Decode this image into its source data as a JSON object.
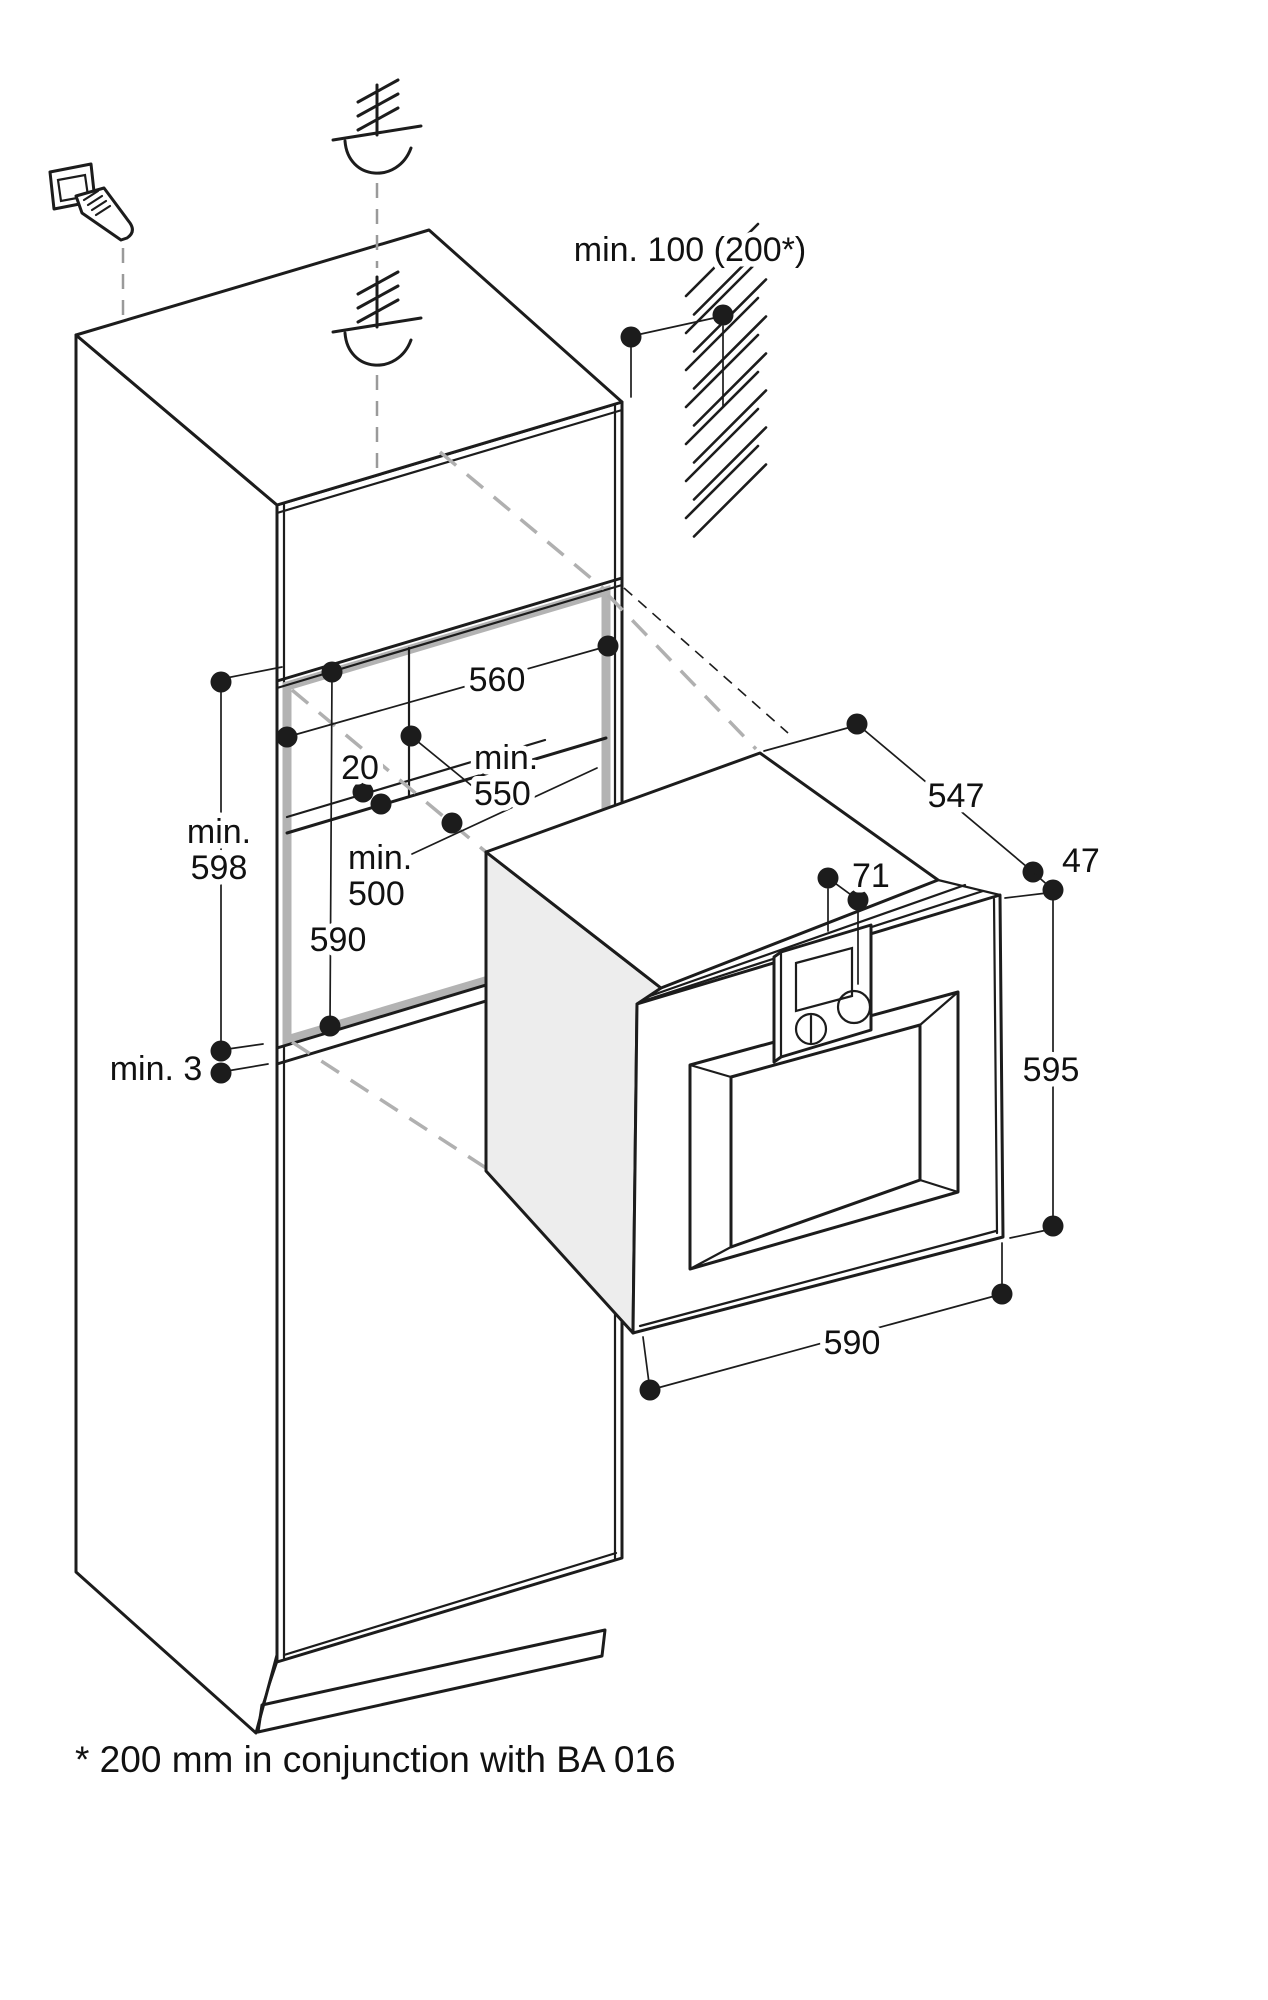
{
  "dims": {
    "top_clearance": "min. 100 (200*)",
    "niche_width": "560",
    "setback": "20",
    "niche_depth_1": "min.",
    "niche_depth_2": "550",
    "left_height_1": "min.",
    "left_height_2": "598",
    "floor_depth_1": "min.",
    "floor_depth_2": "500",
    "niche_height": "590",
    "bottom_gap": "min. 3",
    "oven_depth": "547",
    "front_overhang": "47",
    "panel_depth": "71",
    "oven_front_height": "595",
    "oven_front_width": "590"
  },
  "footnote": "* 200 mm in conjunction with BA 016",
  "colors": {
    "line": "#1c1c1c",
    "niche_frame_gray": "#b3b3b3",
    "projection_gray": "#b0b0b0",
    "oven_side_fill": "#ededed",
    "background": "#ffffff"
  }
}
